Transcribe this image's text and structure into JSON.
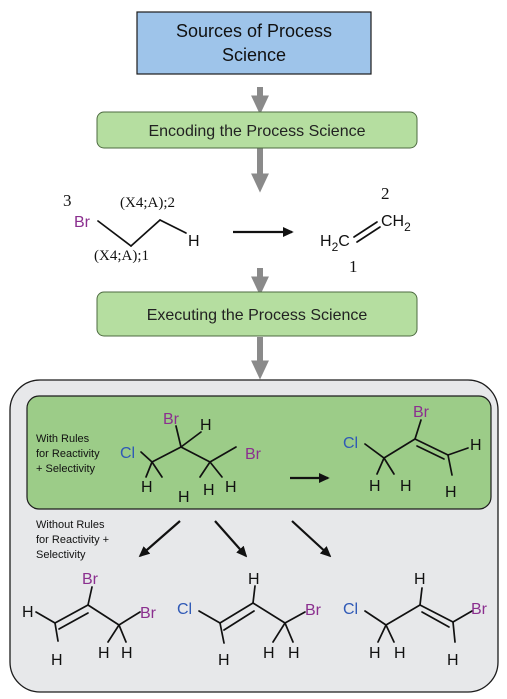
{
  "colors": {
    "source_box": "#9ec4ea",
    "step_box": "#b5dea0",
    "panel": "#e7e8ea",
    "inner_panel": "#9ccc88",
    "bromine": "#8b2f8f",
    "chlorine": "#2f59b6",
    "flow_arrow": "#8a8a8a"
  },
  "boxes": {
    "sources": "Sources of Process Science",
    "encoding": "Encoding the Process Science",
    "executing": "Executing the Process Science"
  },
  "encoding_example": {
    "atom_index_br": "3",
    "bond_label_top": "(X4;A);2",
    "bond_label_bottom": "(X4;A);1",
    "product_index_top": "2",
    "product_index_bottom": "1"
  },
  "panel_labels": {
    "with_rules": [
      "With Rules",
      "for Reactivity",
      "+ Selectivity"
    ],
    "without_rules": [
      "Without Rules",
      "for Reactivity +",
      "Selectivity"
    ]
  },
  "atoms": {
    "br": "Br",
    "cl": "Cl",
    "h": "H",
    "h2c": "H2C",
    "ch2": "CH2"
  }
}
